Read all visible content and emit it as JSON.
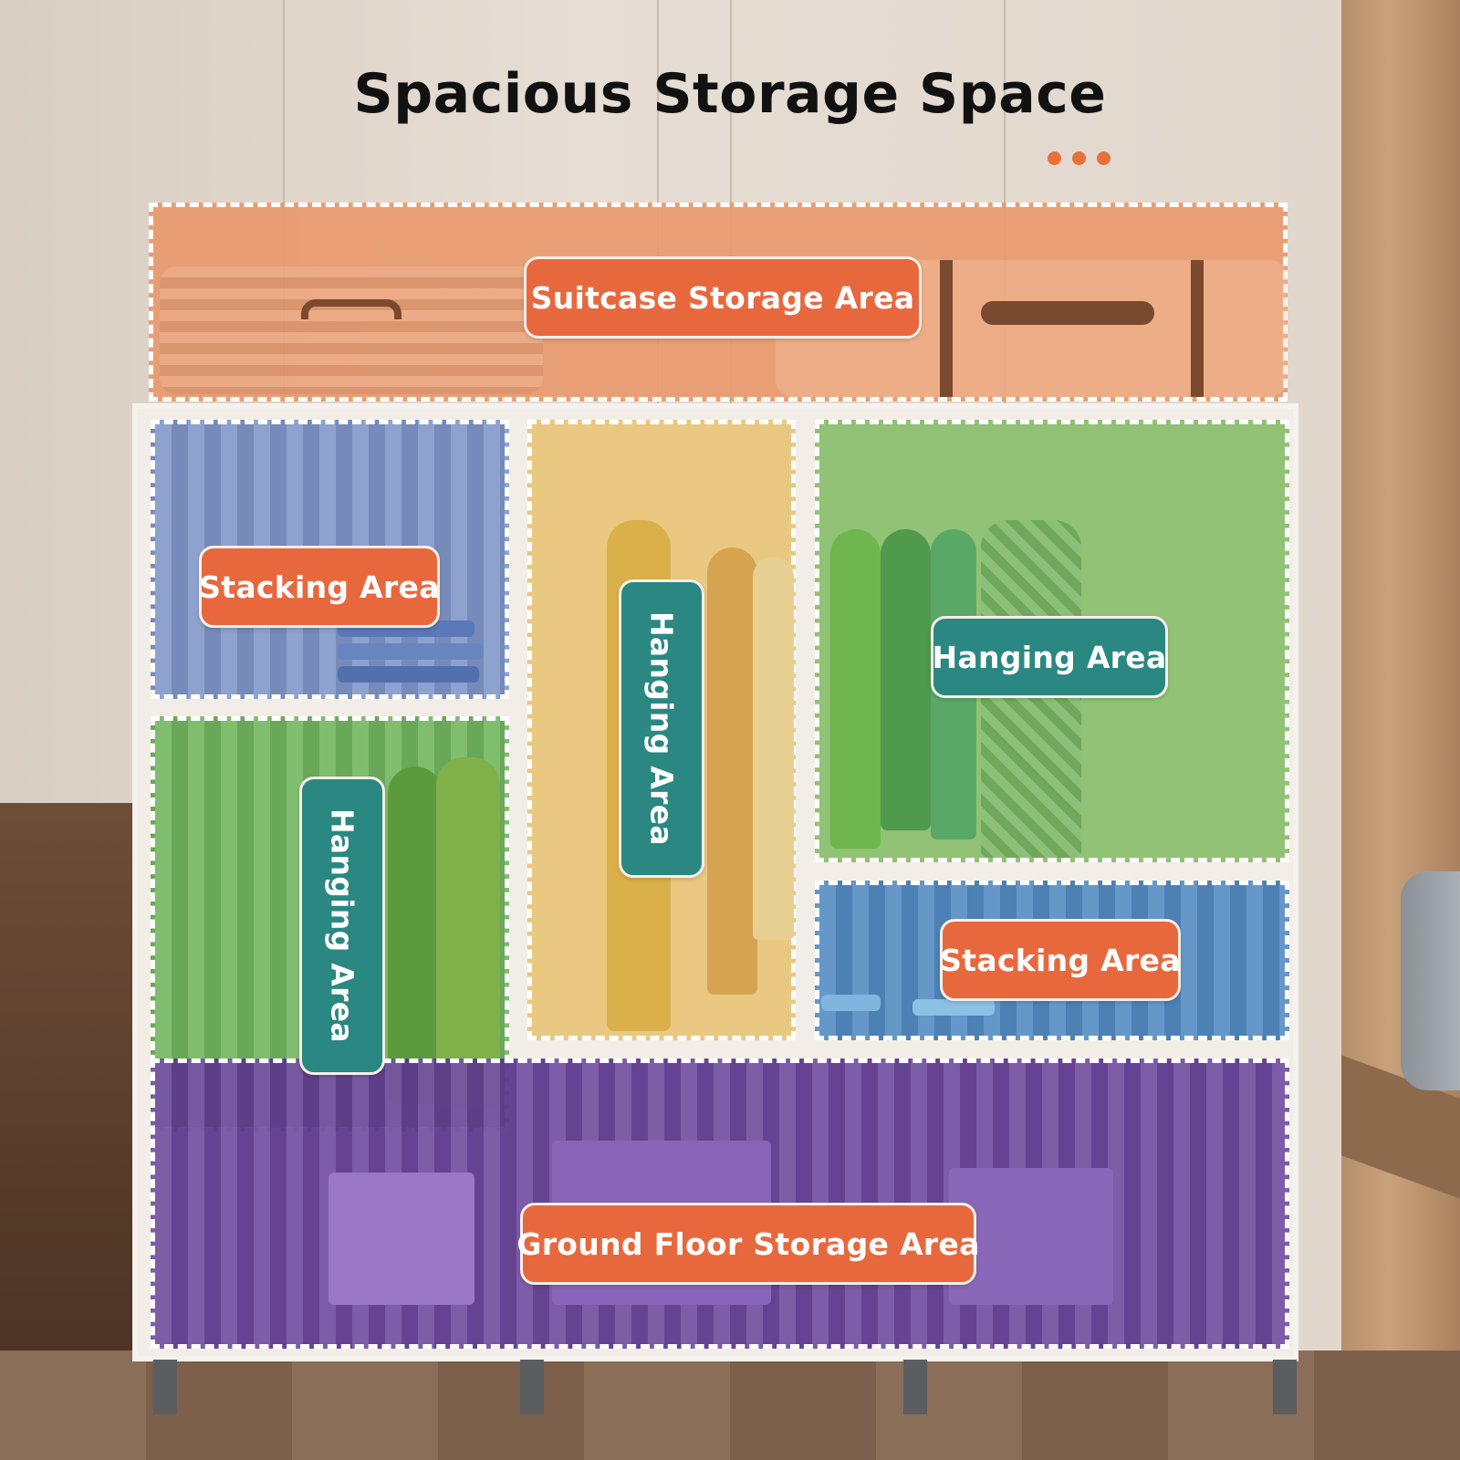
{
  "title": "Spacious Storage Space",
  "zones": {
    "suitcase": "Suitcase Storage Area",
    "stacking_left": "Stacking Area",
    "hanging_left": "Hanging Area",
    "hanging_center": "Hanging Area",
    "hanging_right": "Hanging Area",
    "stacking_right": "Stacking Area",
    "ground_floor": "Ground Floor Storage Area"
  },
  "colors": {
    "label_orange": "#e8683d",
    "label_teal": "#2a8781",
    "suitcase_zone": "#e99f73",
    "stacking_zone": "#7f95c9",
    "hanging_left_zone": "#6fb659",
    "hanging_center_zone": "#e8c87e",
    "hanging_right_zone": "#8cc070",
    "stacking_right_zone": "#4a86c2",
    "ground_zone": "#6a3f9e",
    "accent_dots": "#e8703a"
  }
}
